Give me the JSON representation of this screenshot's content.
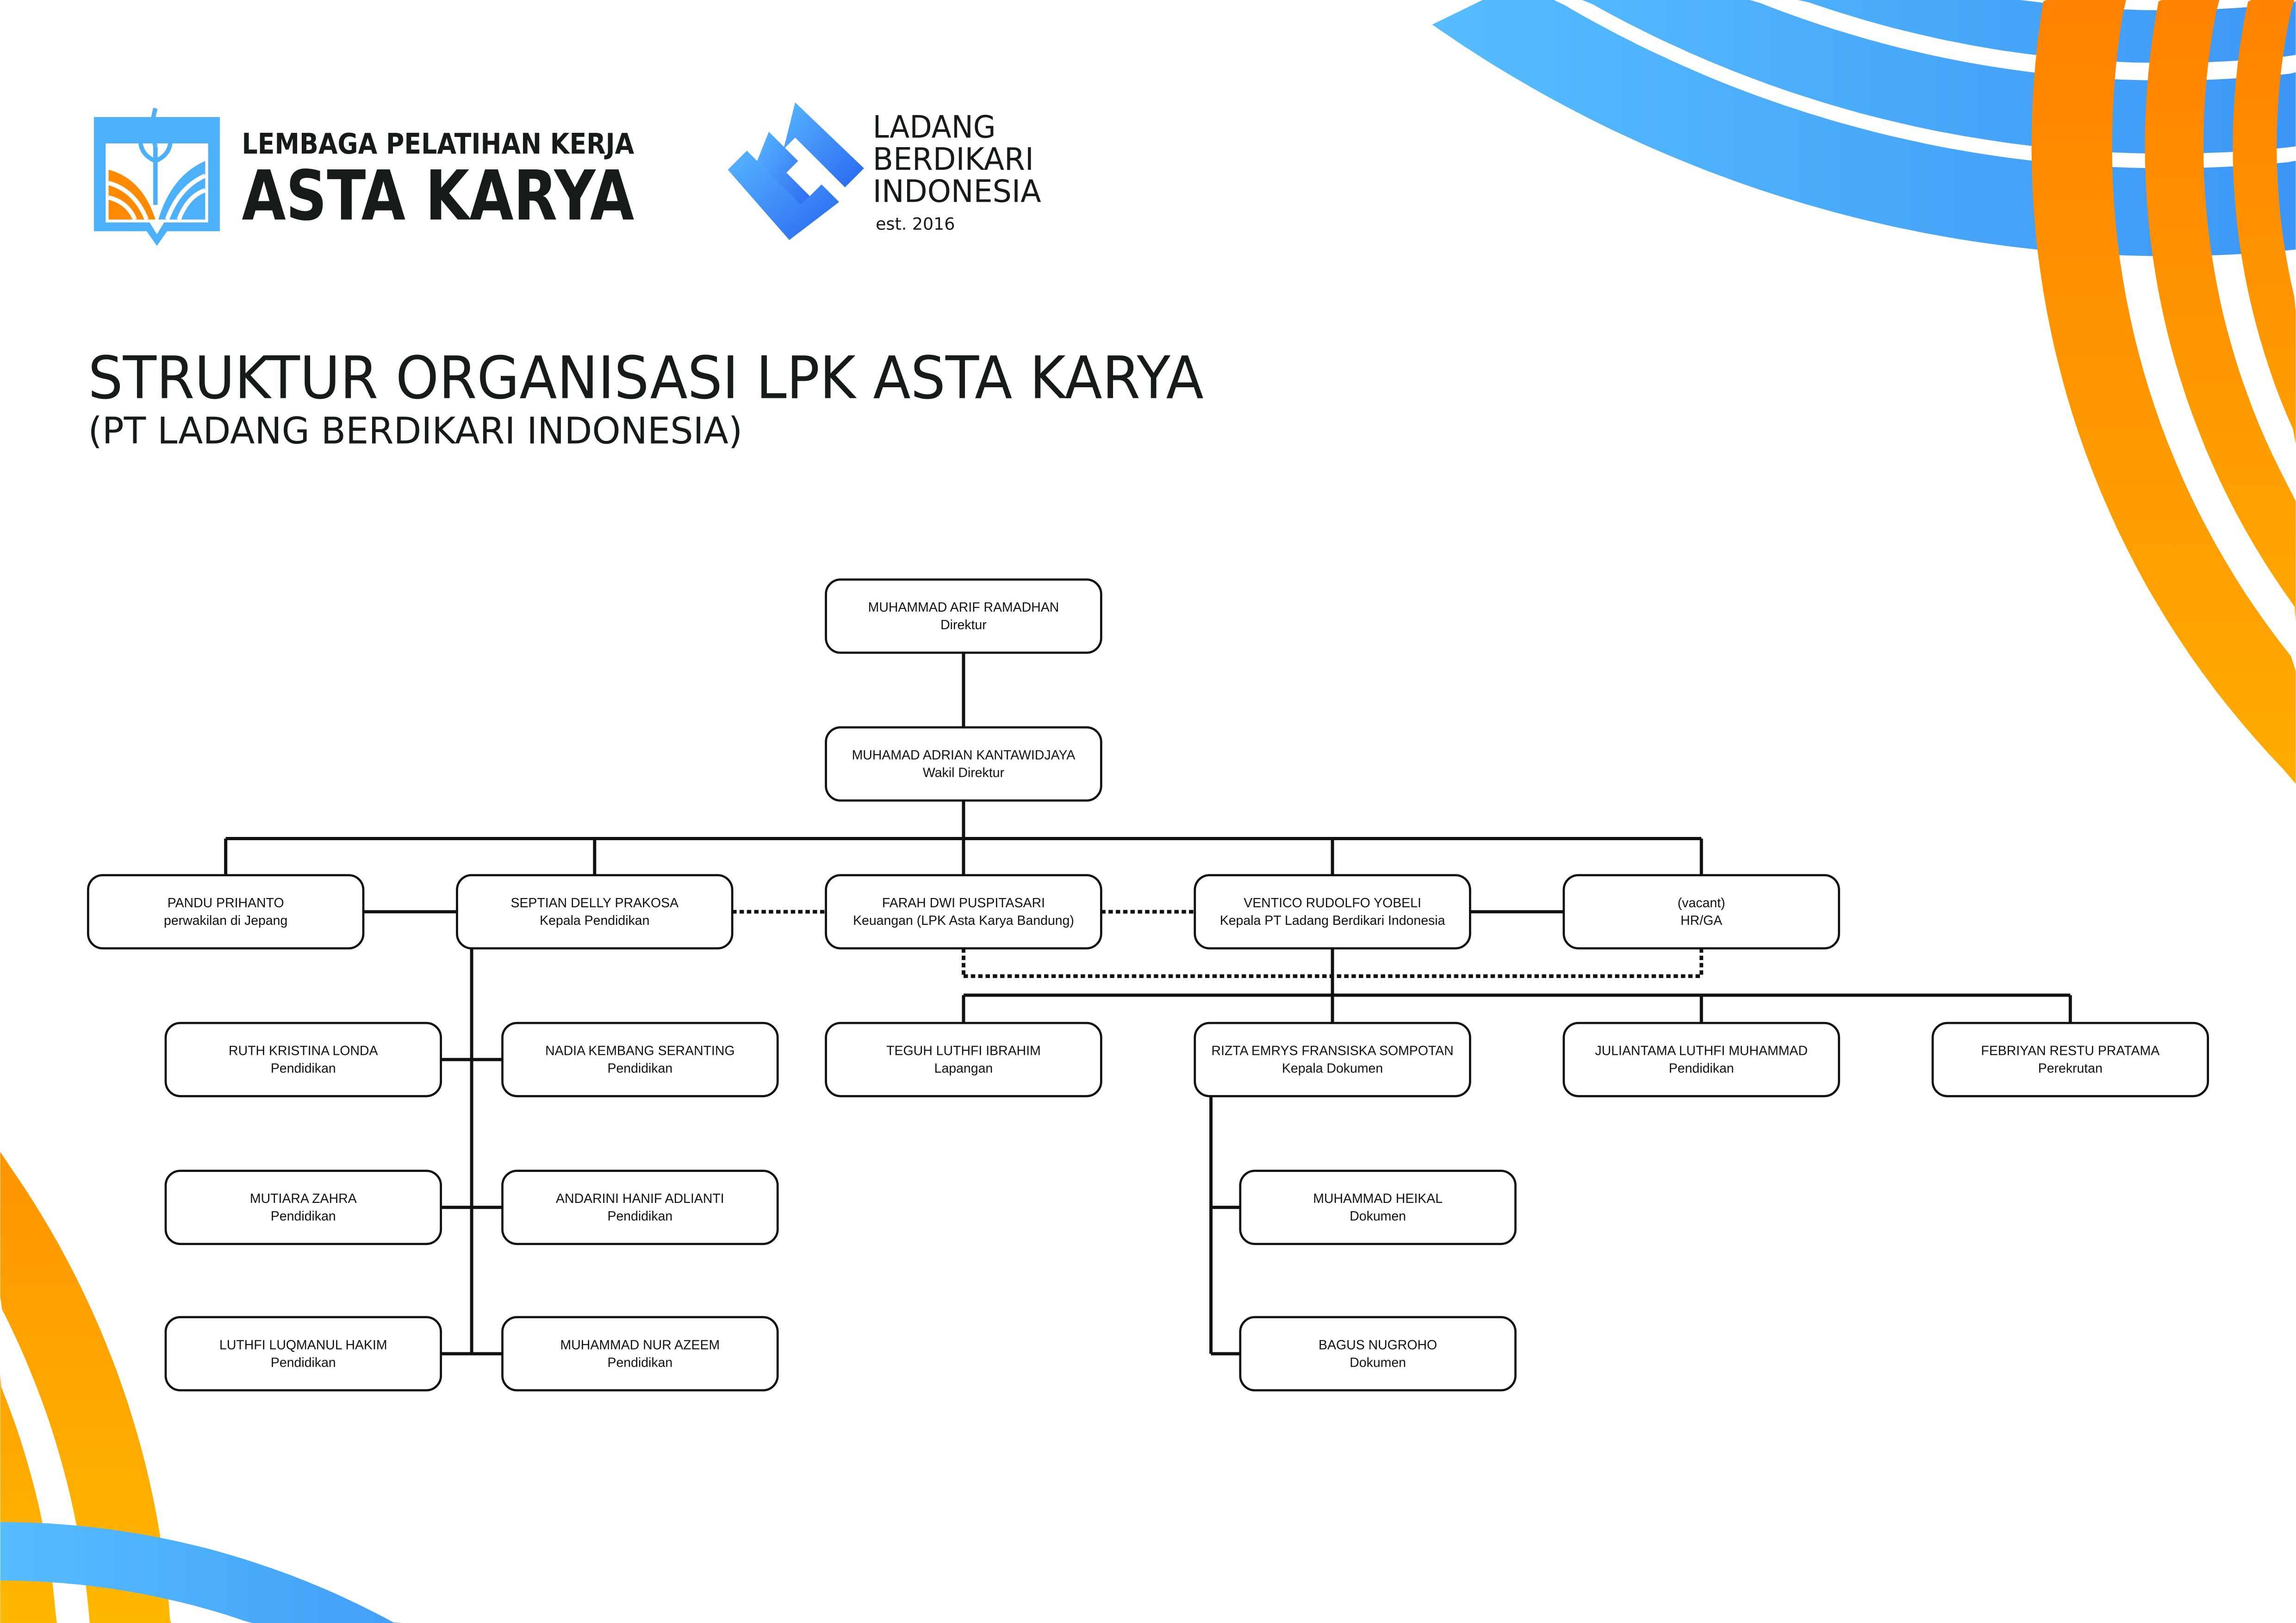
{
  "logos": {
    "asta_karya": {
      "line1": "LEMBAGA PELATIHAN KERJA",
      "line2": "ASTA KARYA"
    },
    "ladang": {
      "line1": "LADANG",
      "line2": "BERDIKARI",
      "line3": "INDONESIA",
      "est": "est. 2016"
    }
  },
  "title": "STRUKTUR ORGANISASI LPK ASTA KARYA",
  "subtitle": "(PT LADANG BERDIKARI INDONESIA)",
  "colors": {
    "blue": "#4aaeff",
    "blue_dark": "#2f7ff0",
    "orange": "#ff8800",
    "orange_light": "#ffb300"
  },
  "org": {
    "direktur": {
      "name": "MUHAMMAD ARIF RAMADHAN",
      "role": "Direktur"
    },
    "wakil": {
      "name": "MUHAMAD ADRIAN KANTAWIDJAYA",
      "role": "Wakil Direktur"
    },
    "pandu": {
      "name": "PANDU PRIHANTO",
      "role": "perwakilan di Jepang"
    },
    "septian": {
      "name": "SEPTIAN DELLY PRAKOSA",
      "role": "Kepala Pendidikan"
    },
    "farah": {
      "name": "FARAH DWI PUSPITASARI",
      "role": "Keuangan (LPK Asta Karya Bandung)"
    },
    "ventico": {
      "name": "VENTICO RUDOLFO YOBELI",
      "role": "Kepala PT Ladang Berdikari Indonesia"
    },
    "vacant": {
      "name": "(vacant)",
      "role": "HR/GA"
    },
    "ruth": {
      "name": "RUTH KRISTINA LONDA",
      "role": "Pendidikan"
    },
    "nadia": {
      "name": "NADIA KEMBANG SERANTING",
      "role": "Pendidikan"
    },
    "mutiara": {
      "name": "MUTIARA ZAHRA",
      "role": "Pendidikan"
    },
    "andarini": {
      "name": "ANDARINI HANIF ADLIANTI",
      "role": "Pendidikan"
    },
    "luthfi": {
      "name": "LUTHFI LUQMANUL HAKIM",
      "role": "Pendidikan"
    },
    "azeem": {
      "name": "MUHAMMAD NUR AZEEM",
      "role": "Pendidikan"
    },
    "teguh": {
      "name": "TEGUH LUTHFI IBRAHIM",
      "role": "Lapangan"
    },
    "rizta": {
      "name": "RIZTA EMRYS FRANSISKA SOMPOTAN",
      "role": "Kepala Dokumen"
    },
    "juliantama": {
      "name": "JULIANTAMA LUTHFI MUHAMMAD",
      "role": "Pendidikan"
    },
    "febriyan": {
      "name": "FEBRIYAN RESTU PRATAMA",
      "role": "Perekrutan"
    },
    "heikal": {
      "name": "MUHAMMAD HEIKAL",
      "role": "Dokumen"
    },
    "bagus": {
      "name": "BAGUS NUGROHO",
      "role": "Dokumen"
    }
  }
}
